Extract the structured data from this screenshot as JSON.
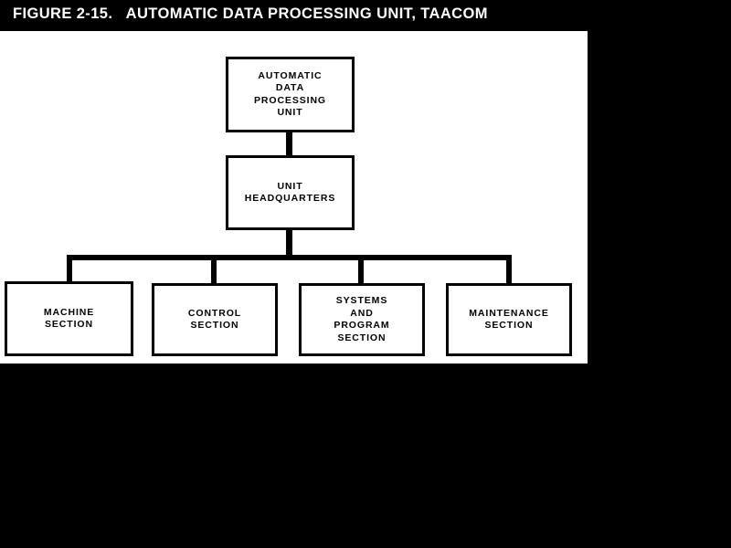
{
  "figure": {
    "title": "FIGURE 2-15.   AUTOMATIC DATA PROCESSING UNIT, TAACOM"
  },
  "colors": {
    "background": "#000000",
    "canvas": "#ffffff",
    "ink": "#000000",
    "title_text": "#ffffff"
  },
  "chart_data": {
    "type": "diagram",
    "subtype": "organization-chart",
    "title": "FIGURE 2-15.   AUTOMATIC DATA PROCESSING UNIT, TAACOM",
    "orientation": "top-down",
    "nodes": [
      {
        "id": "adpu",
        "label": "AUTOMATIC\nDATA\nPROCESSING\nUNIT",
        "level": 0
      },
      {
        "id": "hq",
        "label": "UNIT\nHEADQUARTERS",
        "level": 1
      },
      {
        "id": "machine",
        "label": "MACHINE\nSECTION",
        "level": 2
      },
      {
        "id": "control",
        "label": "CONTROL\nSECTION",
        "level": 2
      },
      {
        "id": "systems",
        "label": "SYSTEMS\nAND\nPROGRAM\nSECTION",
        "level": 2
      },
      {
        "id": "maint",
        "label": "MAINTENANCE\nSECTION",
        "level": 2
      }
    ],
    "edges": [
      {
        "from": "adpu",
        "to": "hq"
      },
      {
        "from": "hq",
        "to": "machine"
      },
      {
        "from": "hq",
        "to": "control"
      },
      {
        "from": "hq",
        "to": "systems"
      },
      {
        "from": "hq",
        "to": "maint"
      }
    ]
  }
}
